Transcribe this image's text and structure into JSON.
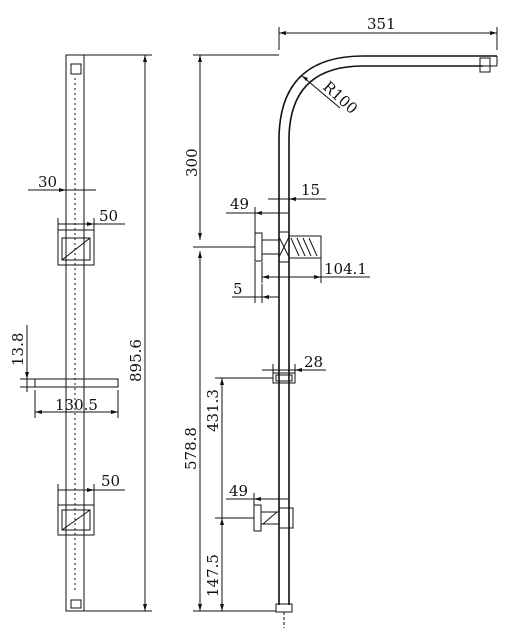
{
  "drawing": {
    "left_view": {
      "dims": {
        "bar_width": "30",
        "bracket_top": "50",
        "clip_height": "13.8",
        "total_height": "895.6",
        "soap_dish": "130.5",
        "bracket_bottom": "50"
      }
    },
    "right_view": {
      "dims": {
        "arm_reach": "351",
        "bend_radius": "R100",
        "upper_height": "300",
        "valve_depth": "49",
        "pipe_dia": "15",
        "valve_body": "104.1",
        "valve_offset": "5",
        "slider": "28",
        "valve_height": "578.8",
        "slider_height": "431.3",
        "lower_bracket_depth": "49",
        "lower_height": "147.5"
      }
    }
  }
}
